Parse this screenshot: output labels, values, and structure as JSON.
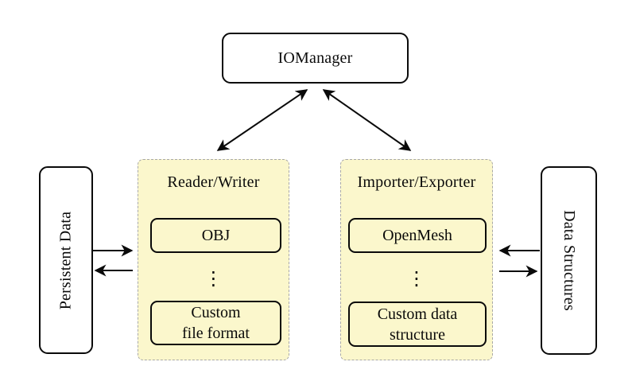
{
  "nodes": {
    "iomanager": {
      "label": "IOManager"
    },
    "persistent_data": {
      "label": "Persistent Data"
    },
    "data_structures": {
      "label": "Data Structures"
    },
    "reader_writer": {
      "title": "Reader/Writer",
      "items": [
        {
          "label": "OBJ"
        },
        {
          "label": "Custom\nfile format"
        }
      ],
      "ellipsis": "⋮"
    },
    "importer_exporter": {
      "title": "Importer/Exporter",
      "items": [
        {
          "label": "OpenMesh"
        },
        {
          "label": "Custom data\nstructure"
        }
      ],
      "ellipsis": "⋮"
    }
  },
  "colors": {
    "background": "#ffffff",
    "node_fill": "#ffffff",
    "node_border": "#0a0a0a",
    "group_fill": "#fbf7cc",
    "group_border": "#a8a8a8",
    "arrow": "#0a0a0a"
  }
}
